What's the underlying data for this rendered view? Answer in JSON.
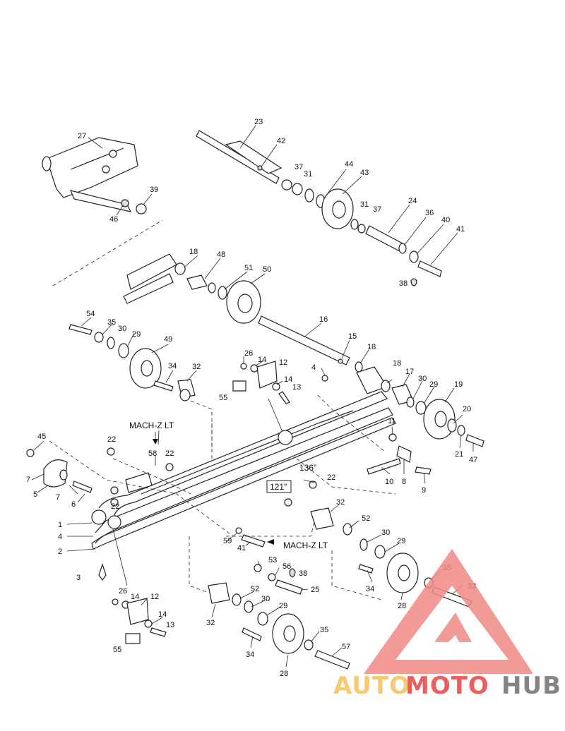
{
  "callouts": {
    "c1": "1",
    "c2": "2",
    "c3": "3",
    "c4a": "4",
    "c4b": "4",
    "c5": "5",
    "c6": "6",
    "c7a": "7",
    "c7b": "7",
    "c8": "8",
    "c9": "9",
    "c10": "10",
    "c11": "11",
    "c12a": "12",
    "c12b": "12",
    "c13a": "13",
    "c13b": "13",
    "c14a": "14",
    "c14b": "14",
    "c14c": "14",
    "c14d": "14",
    "c15": "15",
    "c16": "16",
    "c17": "17",
    "c18a": "18",
    "c18b": "18",
    "c18c": "18",
    "c19": "19",
    "c20": "20",
    "c21": "21",
    "c22a": "22",
    "c22b": "22",
    "c22c": "22",
    "c22d": "22",
    "c23": "23",
    "c24": "24",
    "c25": "25",
    "c26a": "26",
    "c26b": "26",
    "c27": "27",
    "c28a": "28",
    "c28b": "28",
    "c29a": "29",
    "c29b": "29",
    "c29c": "29",
    "c29d": "29",
    "c30a": "30",
    "c30b": "30",
    "c30c": "30",
    "c30d": "30",
    "c31a": "31",
    "c31b": "31",
    "c32a": "32",
    "c32b": "32",
    "c32c": "32",
    "c33": "33",
    "c34a": "34",
    "c34b": "34",
    "c34c": "34",
    "c35a": "35",
    "c35b": "35",
    "c35c": "35",
    "c36": "36",
    "c37a": "37",
    "c37b": "37",
    "c38a": "38",
    "c38b": "38",
    "c39": "39",
    "c40": "40",
    "c41a": "41",
    "c41b": "41",
    "c42": "42",
    "c43": "43",
    "c44": "44",
    "c45": "45",
    "c46": "46",
    "c47": "47",
    "c48": "48",
    "c49": "49",
    "c50": "50",
    "c51": "51",
    "c52a": "52",
    "c52b": "52",
    "c53": "53",
    "c54": "54",
    "c55a": "55",
    "c55b": "55",
    "c56": "56",
    "c57": "57",
    "c58": "58",
    "c59": "59"
  },
  "notes": {
    "machz_top": "MACH-Z LT",
    "machz_bottom": "MACH-Z LT",
    "len_136": "136\"",
    "len_121": "121\""
  },
  "watermark": {
    "part1": "AUTO",
    "part2": "MOTO",
    "part3": "HUB",
    "color_light": "#f6c15a",
    "color_red": "#e8423f",
    "color_gray": "#6f6f6f"
  }
}
